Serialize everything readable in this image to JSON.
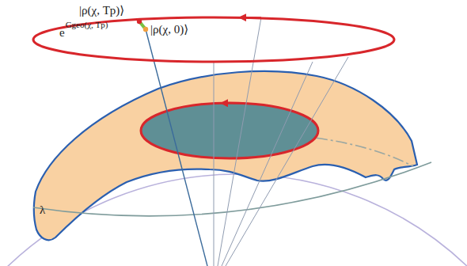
{
  "diagram": {
    "labels": [
      "|ρ(χ, Tp)⟩",
      "e",
      "Ggeo(χ, Tp)",
      "|ρ(χ, 0)⟩",
      "λ"
    ]
  }
}
